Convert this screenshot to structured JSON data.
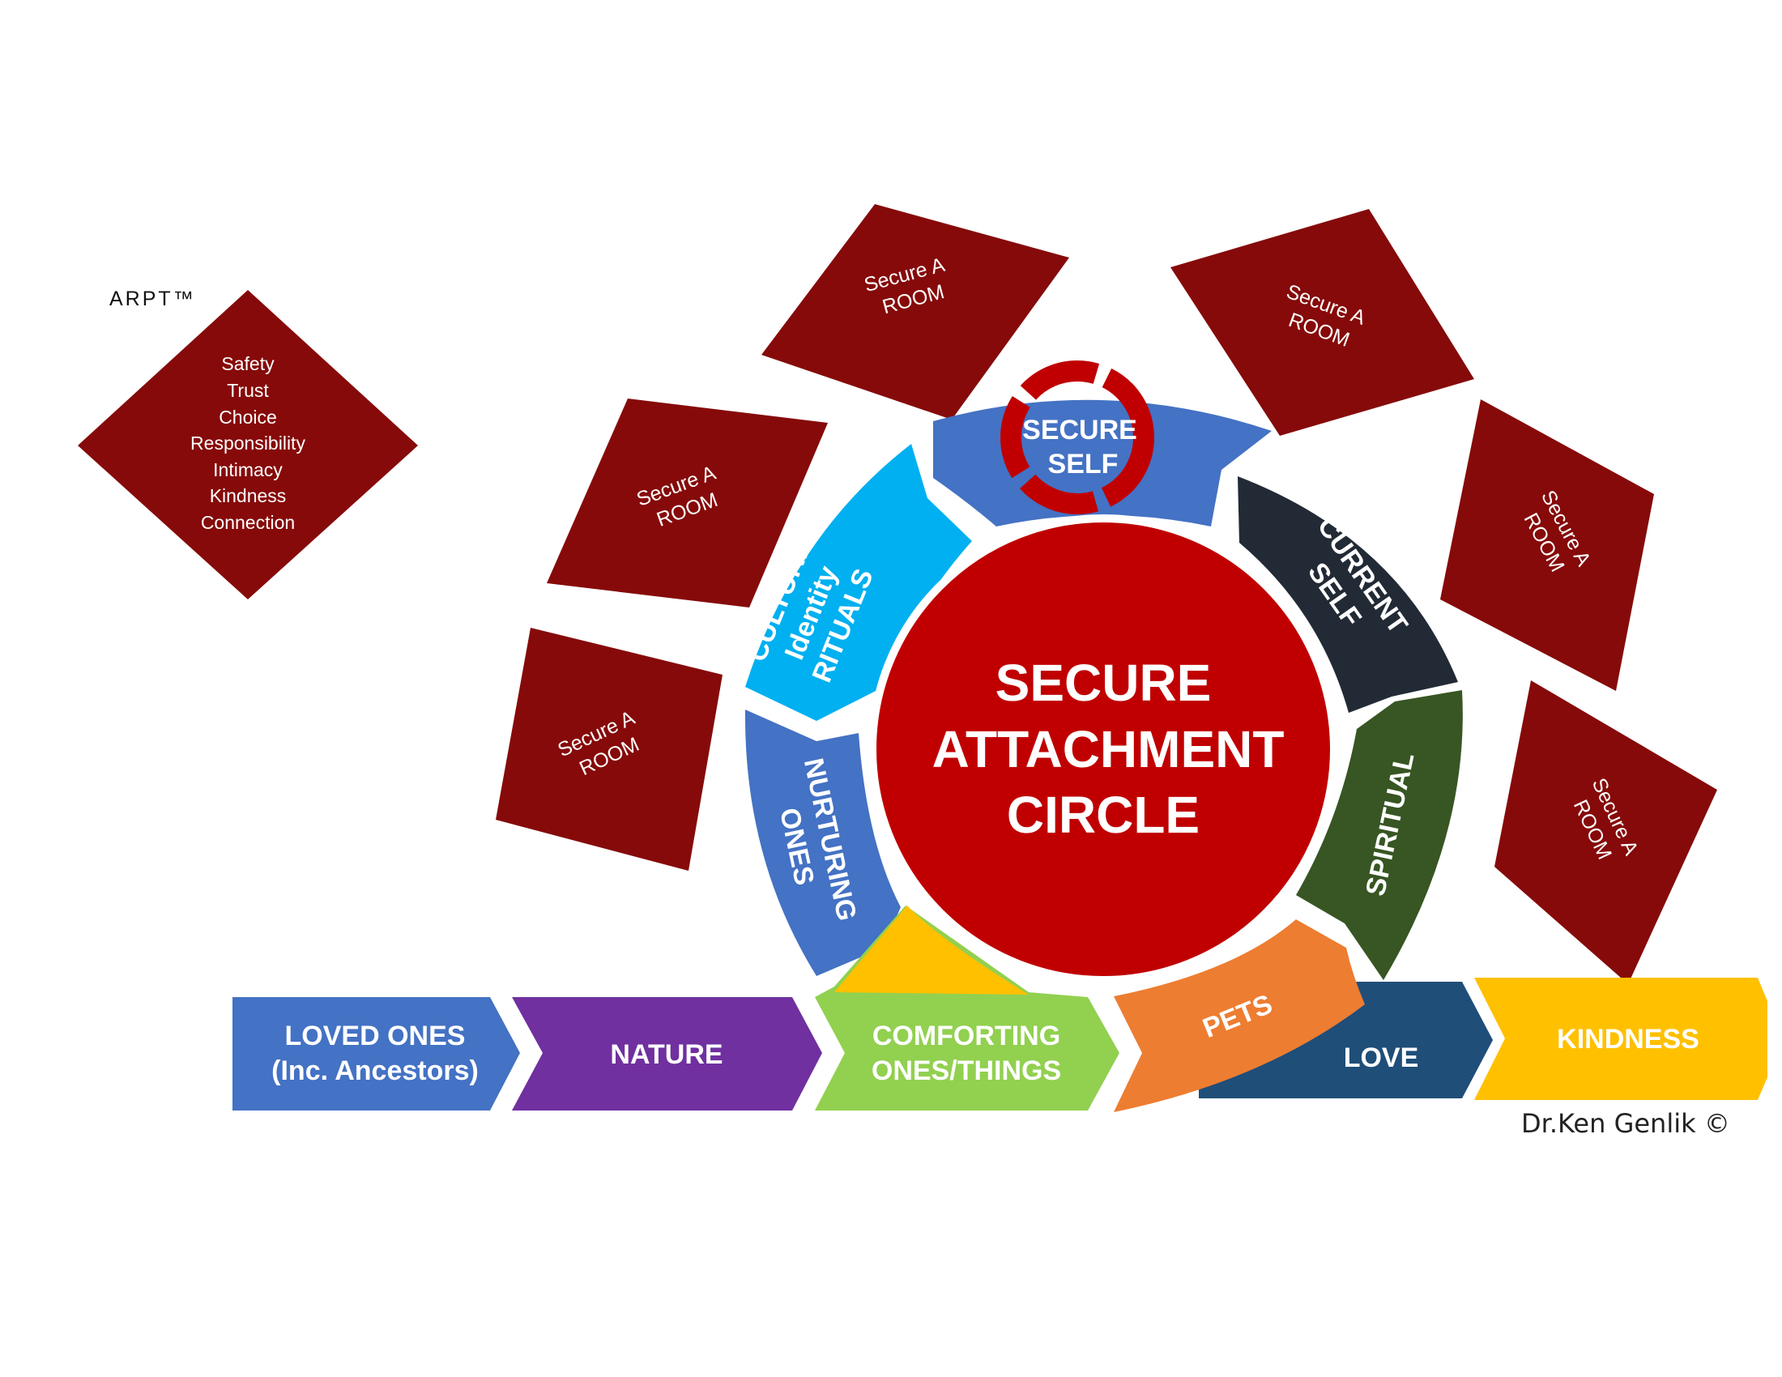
{
  "trademark": "ARPT™",
  "values_diamond": [
    "Safety",
    "Trust",
    "Choice",
    "Responsibility",
    "Intimacy",
    "Kindness",
    "Connection"
  ],
  "room_label": [
    "Secure  A",
    "ROOM"
  ],
  "center": [
    "SECURE",
    "ATTACHMENT",
    "CIRCLE"
  ],
  "segments": {
    "secure_self": [
      "SECURE",
      "SELF"
    ],
    "culture": [
      "CULTURE",
      "Identity",
      "RITUALS"
    ],
    "nurturing": [
      "NURTURING",
      "ONES"
    ],
    "current_self": [
      "CURRENT",
      "SELF"
    ],
    "spiritual": "SPIRITUAL",
    "pets": "PETS"
  },
  "arrows": {
    "loved_ones": [
      "LOVED ONES",
      "(Inc. Ancestors)"
    ],
    "nature": "NATURE",
    "comforting": [
      "COMFORTING",
      "ONES/THINGS"
    ],
    "love": "LOVE",
    "kindness": "KINDNESS"
  },
  "colors": {
    "dark_red": "#860A0A",
    "center_red": "#C00000",
    "blue": "#4472C4",
    "cyan": "#00B0F0",
    "navy_dark": "#222A35",
    "green_dark": "#375623",
    "orange": "#ED7D31",
    "purple": "#7030A0",
    "light_green": "#92D050",
    "gold": "#FFC000",
    "navy": "#1F4E79"
  },
  "credit": "Dr.Ken Genlik ©"
}
